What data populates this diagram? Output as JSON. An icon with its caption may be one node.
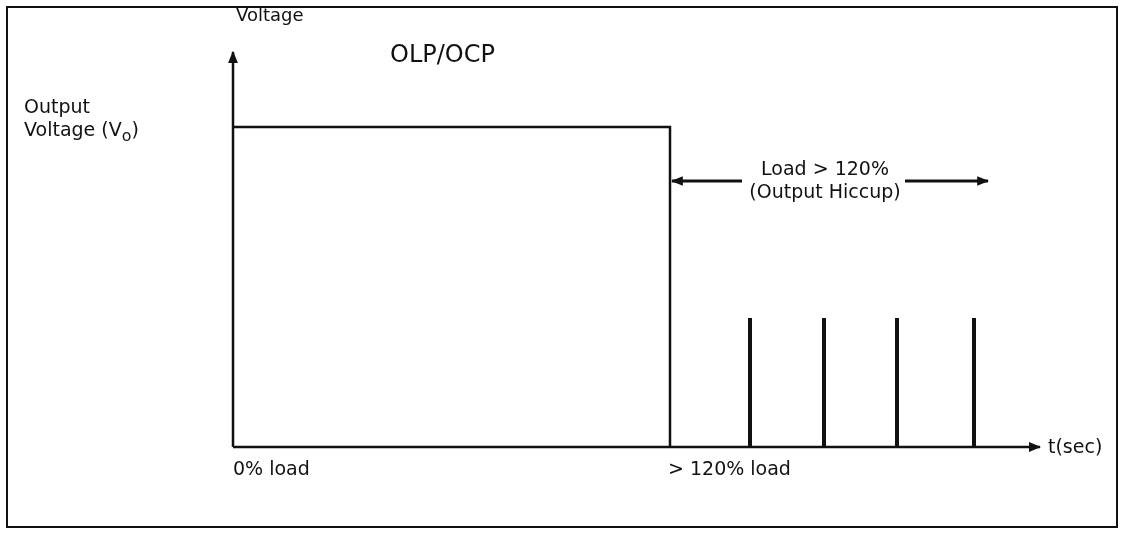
{
  "diagram": {
    "title": "OLP/OCP",
    "labels": [
      "Voltage",
      "Output Voltage (V$_{o}$)",
      "Load > 120% (Output Hiccup)",
      "t(sec)",
      "0% load",
      "> 120% load"
    ]
  }
}
